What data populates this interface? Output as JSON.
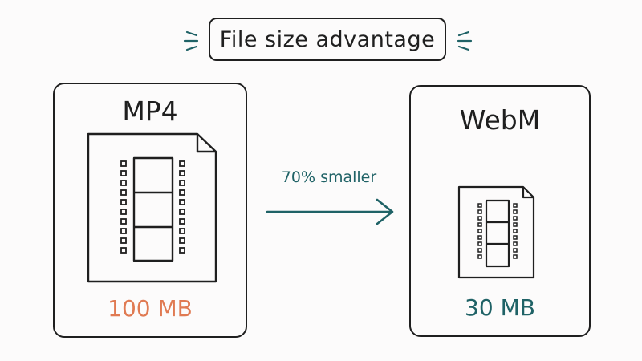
{
  "header": {
    "title": "File size advantage"
  },
  "source": {
    "format": "MP4",
    "size": "100 MB"
  },
  "target": {
    "format": "WebM",
    "size": "30 MB"
  },
  "comparison": {
    "reduction": "70% smaller"
  },
  "colors": {
    "ink": "#1f1f1f",
    "source_accent": "#e07a52",
    "target_accent": "#1f6266"
  },
  "icons": [
    "sparkle-icon",
    "video-file-icon",
    "arrow-right-icon"
  ]
}
